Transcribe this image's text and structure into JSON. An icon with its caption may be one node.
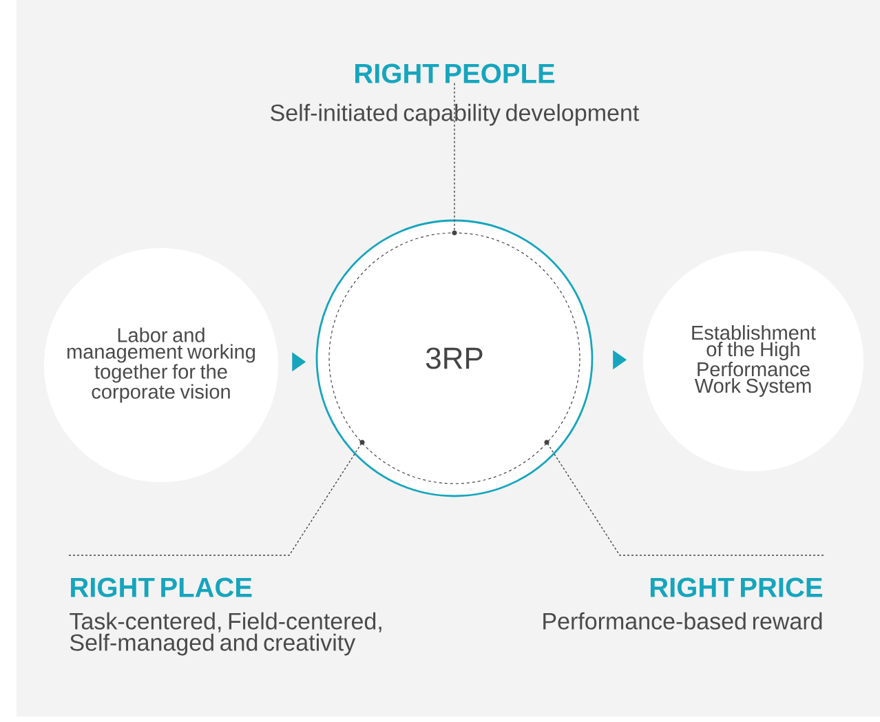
{
  "diagram": {
    "nodes": [
      {
        "text": [
          "Labor and management working together for the corporate vision"
        ]
      },
      {
        "text": [
          "3RP"
        ]
      },
      {
        "text": [
          "Establishment of the High Performance Work System"
        ]
      },
      {
        "text": [
          "RIGHT PEOPLE",
          "Self-initiated capability development"
        ]
      },
      {
        "text": [
          "RIGHT PLACE",
          "Task-centered, Field-centered, Self-managed and creativity"
        ]
      },
      {
        "text": [
          "RIGHT PRICE",
          "Performance-based reward"
        ]
      }
    ],
    "edges": [
      {
        "from": 0,
        "to": 1,
        "arrow": "to"
      },
      {
        "from": 1,
        "to": 2,
        "arrow": "to"
      },
      {
        "from": 3,
        "to": 1,
        "arrow": "none",
        "style": "dashed"
      },
      {
        "from": 4,
        "to": 1,
        "arrow": "none",
        "style": "dashed"
      },
      {
        "from": 5,
        "to": 1,
        "arrow": "none",
        "style": "dashed"
      }
    ]
  }
}
